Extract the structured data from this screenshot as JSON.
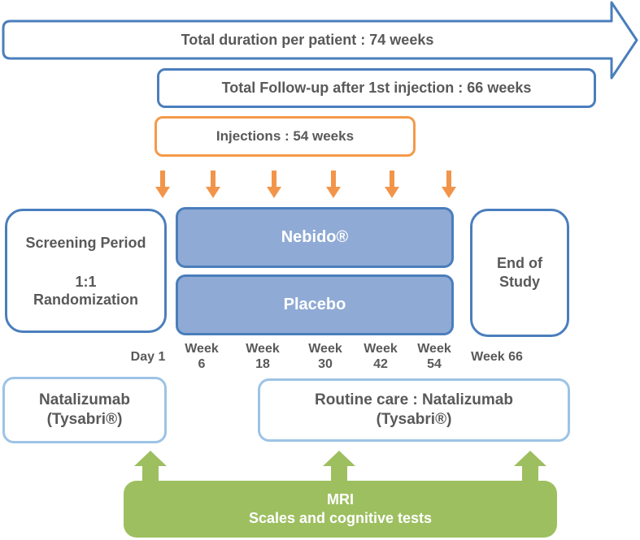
{
  "colors": {
    "blue_border": "#4a7ebc",
    "arm_fill": "#8faad4",
    "light_blue_border": "#9dc3e6",
    "orange": "#f2954a",
    "green": "#9dbf60",
    "text_gray": "#595959"
  },
  "duration_arrow": {
    "label": "Total duration per patient : 74 weeks"
  },
  "followup_box": {
    "label": "Total Follow-up after 1st injection : 66 weeks"
  },
  "injections_box": {
    "label": "Injections : 54 weeks"
  },
  "screening_box": {
    "line1": "Screening Period",
    "line2": "1:1 Randomization"
  },
  "arms": {
    "nebido": "Nebido®",
    "placebo": "Placebo"
  },
  "end_box": {
    "line1": "End of",
    "line2": "Study"
  },
  "timeline_labels": [
    {
      "line1": "Day 1",
      "line2": ""
    },
    {
      "line1": "Week",
      "line2": "6"
    },
    {
      "line1": "Week",
      "line2": "18"
    },
    {
      "line1": "Week",
      "line2": "30"
    },
    {
      "line1": "Week",
      "line2": "42"
    },
    {
      "line1": "Week",
      "line2": "54"
    },
    {
      "line1": "Week 66",
      "line2": ""
    }
  ],
  "natalizumab_box": {
    "line1": "Natalizumab",
    "line2": "(Tysabri®)"
  },
  "routine_box": {
    "line1": "Routine care : Natalizumab",
    "line2": "(Tysabri®)"
  },
  "mri_box": {
    "line1": "MRI",
    "line2": "Scales and cognitive tests"
  }
}
